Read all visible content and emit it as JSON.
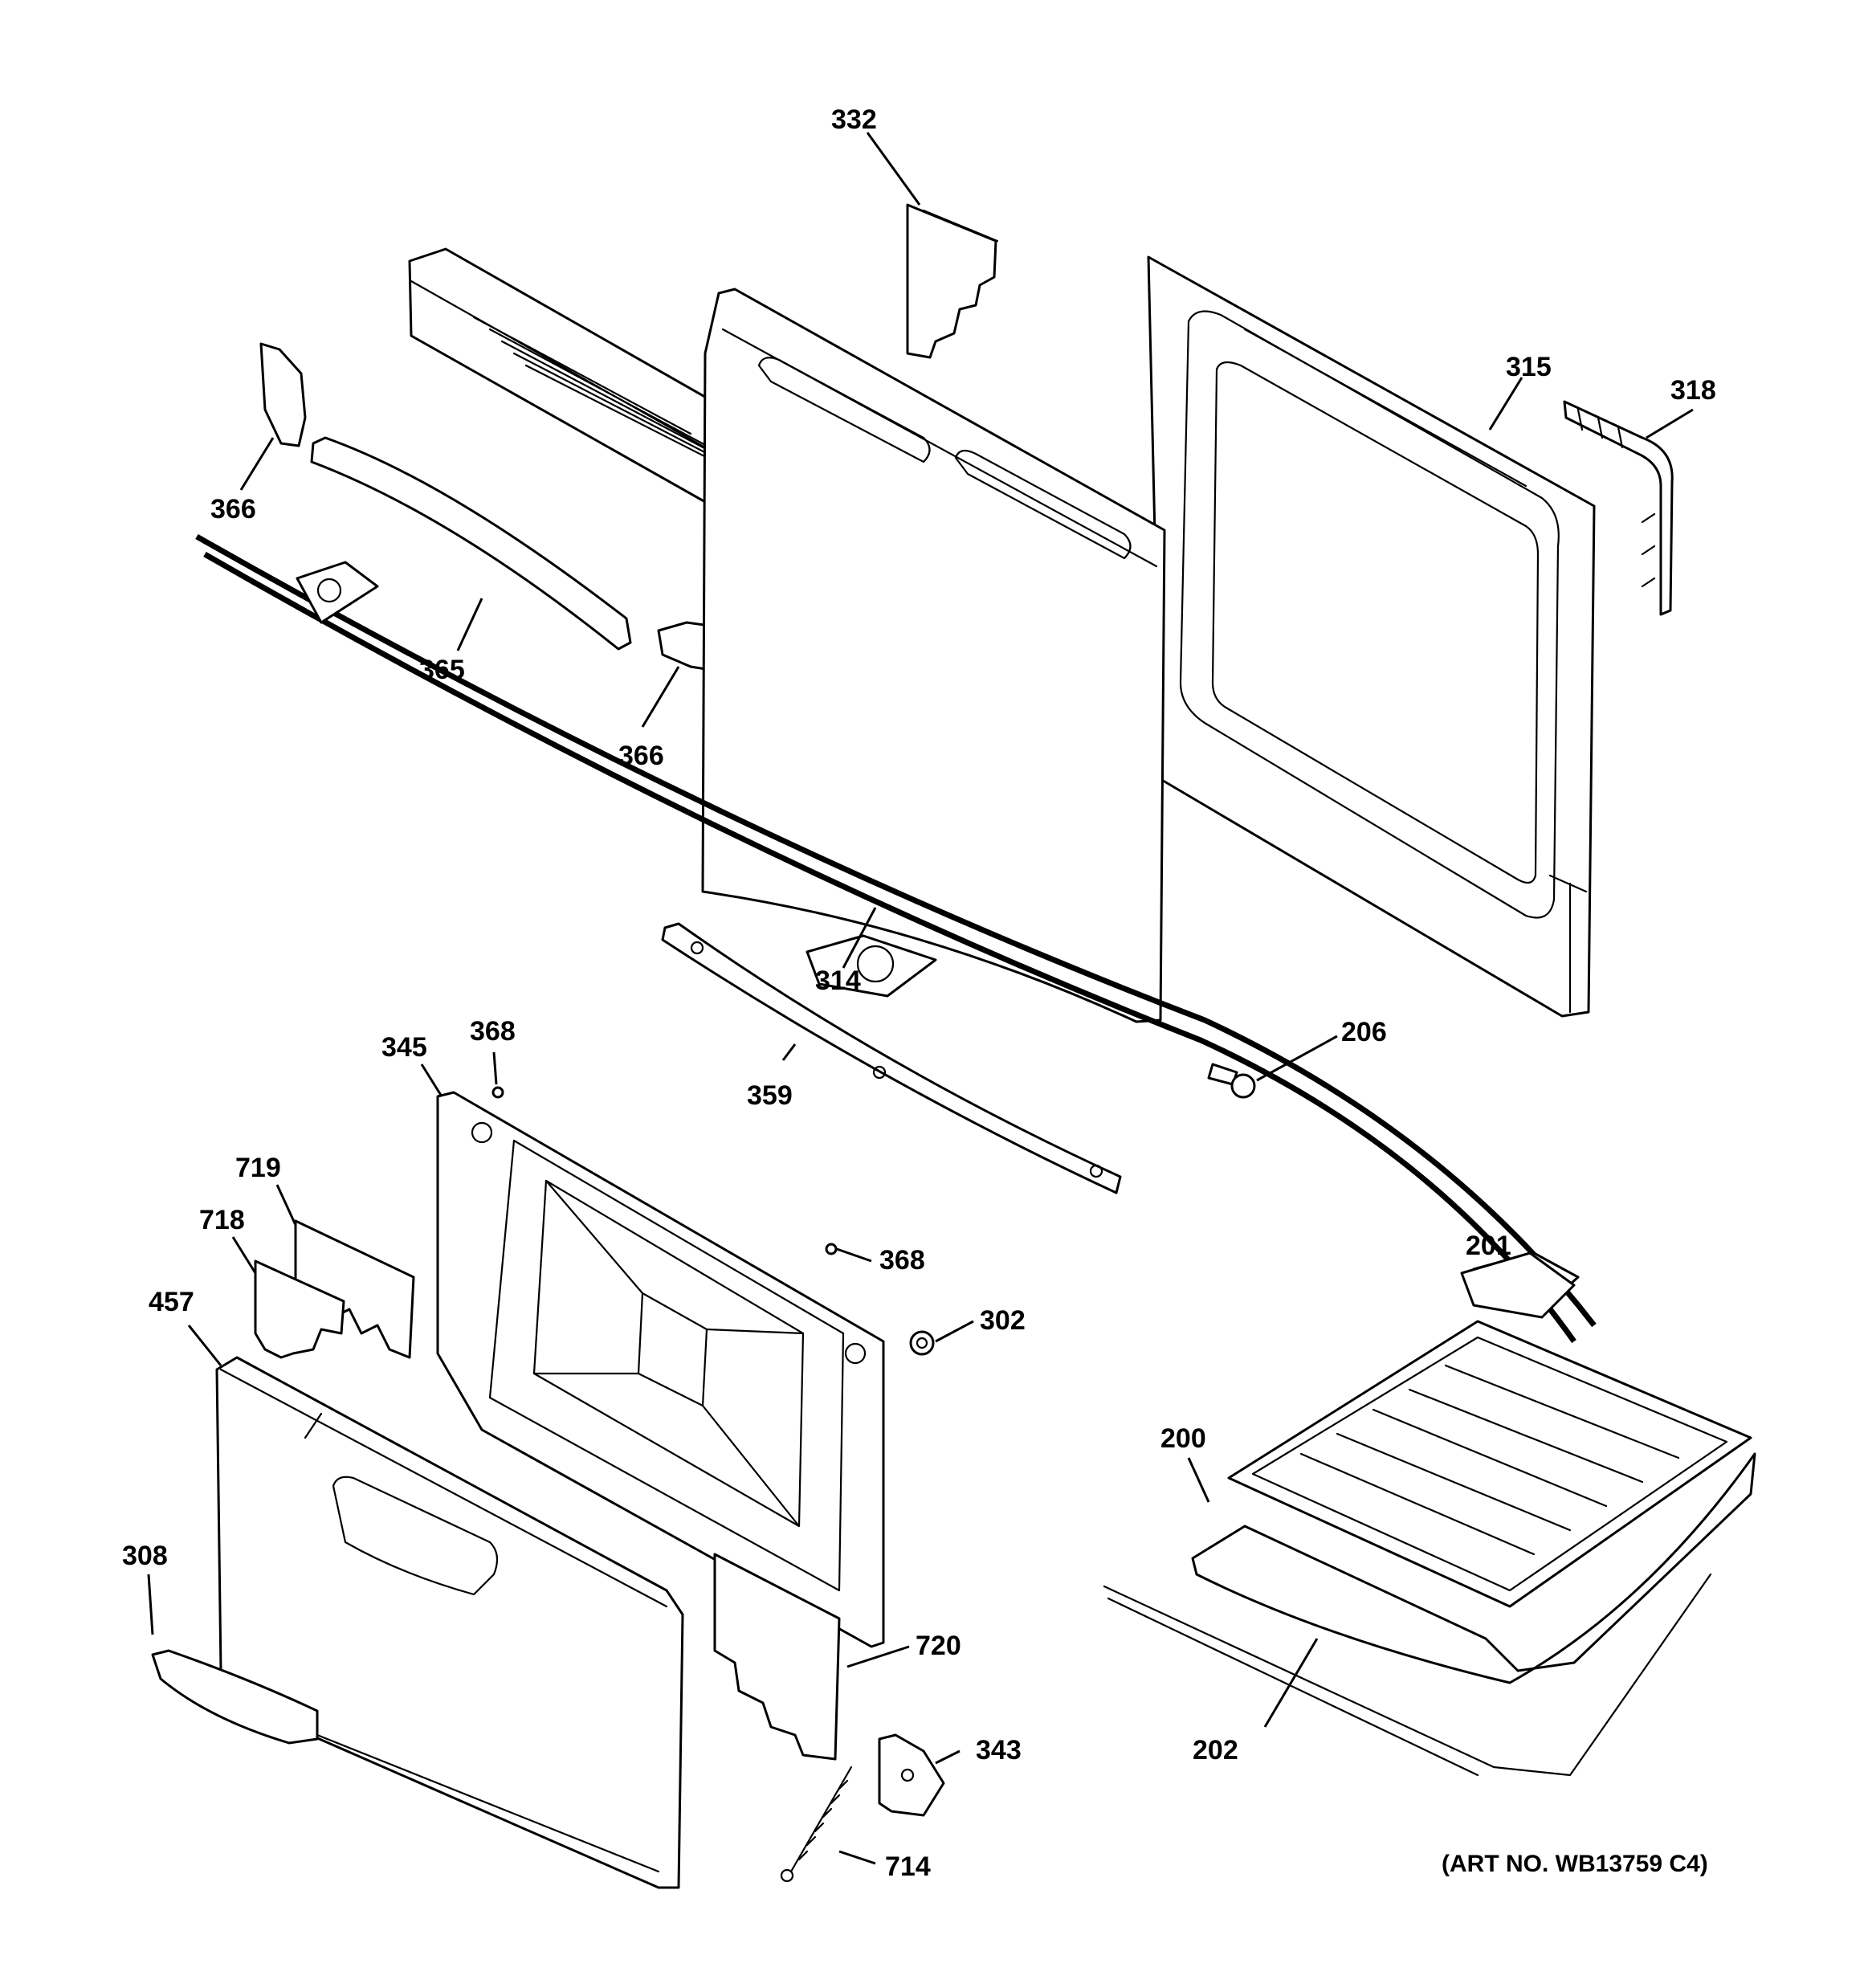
{
  "diagram": {
    "callouts": [
      {
        "id": "c332",
        "text": "332"
      },
      {
        "id": "c315",
        "text": "315"
      },
      {
        "id": "c318",
        "text": "318"
      },
      {
        "id": "c366a",
        "text": "366"
      },
      {
        "id": "c365",
        "text": "365"
      },
      {
        "id": "c366b",
        "text": "366"
      },
      {
        "id": "c314",
        "text": "314"
      },
      {
        "id": "c206",
        "text": "206"
      },
      {
        "id": "c345",
        "text": "345"
      },
      {
        "id": "c368a",
        "text": "368"
      },
      {
        "id": "c359",
        "text": "359"
      },
      {
        "id": "c719",
        "text": "719"
      },
      {
        "id": "c718",
        "text": "718"
      },
      {
        "id": "c457",
        "text": "457"
      },
      {
        "id": "c368b",
        "text": "368"
      },
      {
        "id": "c302",
        "text": "302"
      },
      {
        "id": "c201",
        "text": "201"
      },
      {
        "id": "c200",
        "text": "200"
      },
      {
        "id": "c308",
        "text": "308"
      },
      {
        "id": "c720",
        "text": "720"
      },
      {
        "id": "c202",
        "text": "202"
      },
      {
        "id": "c343",
        "text": "343"
      },
      {
        "id": "c714",
        "text": "714"
      }
    ],
    "art_number": "(ART NO. WB13759 C4)"
  }
}
